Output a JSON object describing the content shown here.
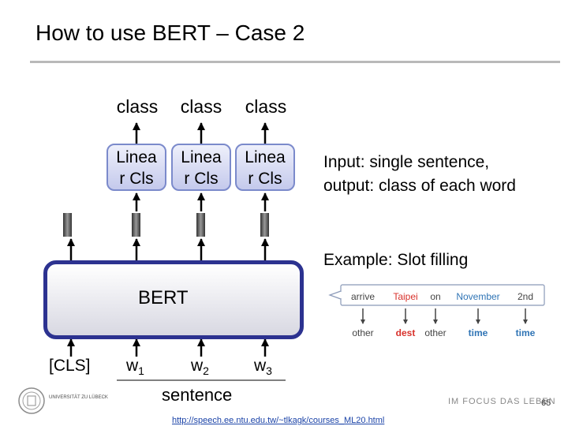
{
  "slide": {
    "title": "How to use BERT – Case 2",
    "page_number": "65",
    "footer_slogan": "IM FOCUS DAS LEBEN",
    "university_text": "UNIVERSITÄT ZU LÜBECK"
  },
  "diagram": {
    "class_labels": [
      "class",
      "class",
      "class"
    ],
    "linear_cls": [
      {
        "line1": "Linea",
        "line2": "r Cls"
      },
      {
        "line1": "Linea",
        "line2": "r Cls"
      },
      {
        "line1": "Linea",
        "line2": "r Cls"
      }
    ],
    "bert_label": "BERT",
    "cls_token": "[CLS]",
    "word_tokens": [
      {
        "base": "w",
        "sub": "1"
      },
      {
        "base": "w",
        "sub": "2"
      },
      {
        "base": "w",
        "sub": "3"
      }
    ],
    "sentence_label": "sentence"
  },
  "description": {
    "line1": "Input: single sentence,",
    "line2": "output: class of each word"
  },
  "example": {
    "title": "Example: Slot filling",
    "words": [
      "arrive",
      "Taipei",
      "on",
      "November",
      "2nd"
    ],
    "slots": [
      "other",
      "dest",
      "other",
      "time",
      "time"
    ],
    "word_colors": [
      "#444444",
      "#d8312b",
      "#444444",
      "#2f74b5",
      "#444444"
    ],
    "slot_colors": [
      "#444444",
      "#d8312b",
      "#444444",
      "#2f74b5",
      "#2f74b5"
    ]
  },
  "source_link": "http://speech.ee.ntu.edu.tw/~tlkagk/courses_ML20.html",
  "colors": {
    "bert_border": "#2c3290",
    "linear_border": "#7b8acb",
    "link": "#1c44a8"
  }
}
